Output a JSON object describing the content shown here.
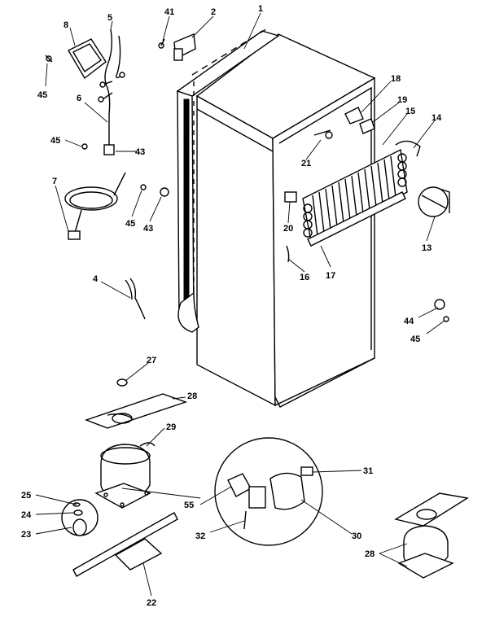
{
  "labels": {
    "l1": "1",
    "l2": "2",
    "l4": "4",
    "l5": "5",
    "l6": "6",
    "l7": "7",
    "l8": "8",
    "l13": "13",
    "l14": "14",
    "l15": "15",
    "l16": "16",
    "l17": "17",
    "l18": "18",
    "l19": "19",
    "l20": "20",
    "l21": "21",
    "l22": "22",
    "l23": "23",
    "l24": "24",
    "l25": "25",
    "l27": "27",
    "l28a": "28",
    "l28b": "28",
    "l29": "29",
    "l30": "30",
    "l31": "31",
    "l32": "32",
    "l41": "41",
    "l43a": "43",
    "l43b": "43",
    "l44": "44",
    "l45a": "45",
    "l45b": "45",
    "l45c": "45",
    "l45d": "45",
    "l55": "55"
  }
}
